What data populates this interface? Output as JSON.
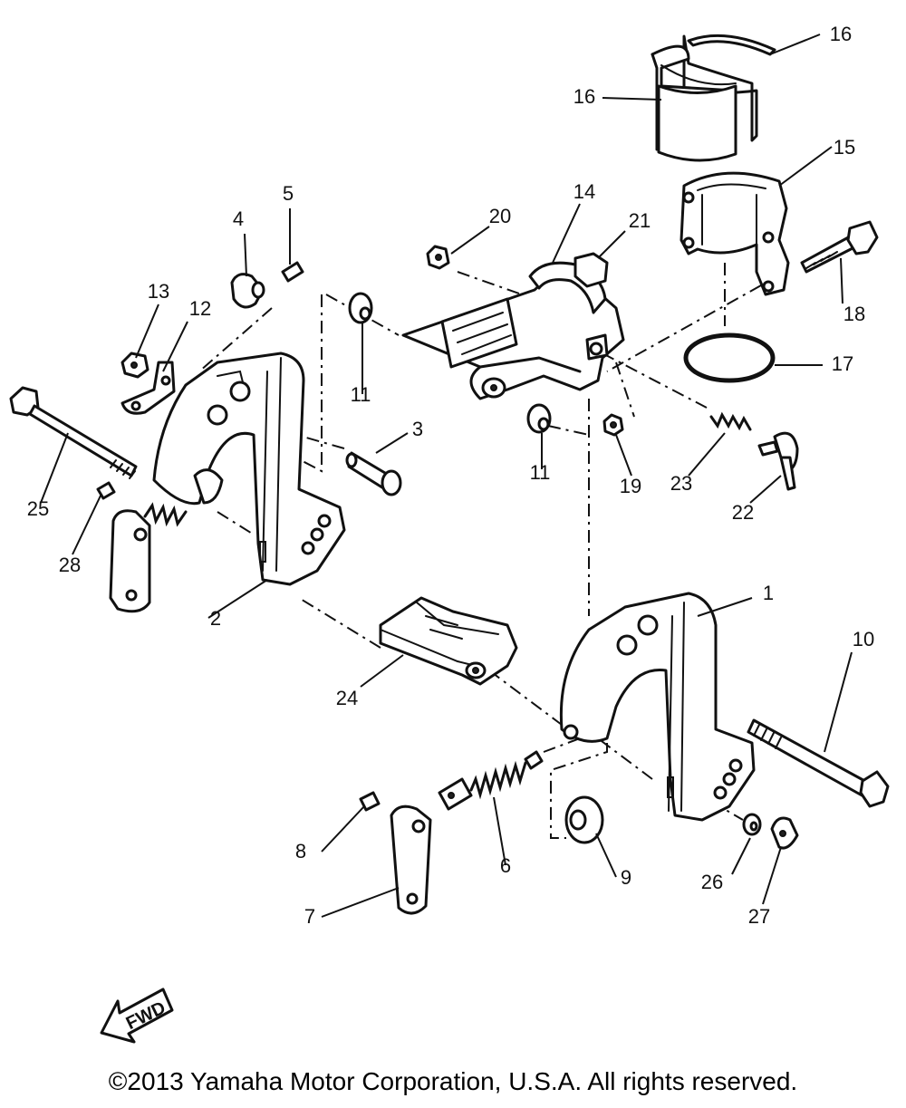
{
  "copyright": "©2013 Yamaha Motor Corporation, U.S.A. All rights reserved.",
  "fwd_label": "FWD",
  "callouts": [
    {
      "id": "c1",
      "text": "1"
    },
    {
      "id": "c2",
      "text": "2"
    },
    {
      "id": "c3",
      "text": "3"
    },
    {
      "id": "c4",
      "text": "4"
    },
    {
      "id": "c5",
      "text": "5"
    },
    {
      "id": "c6",
      "text": "6"
    },
    {
      "id": "c7",
      "text": "7"
    },
    {
      "id": "c8",
      "text": "8"
    },
    {
      "id": "c9",
      "text": "9"
    },
    {
      "id": "c10",
      "text": "10"
    },
    {
      "id": "c11a",
      "text": "11"
    },
    {
      "id": "c11b",
      "text": "11"
    },
    {
      "id": "c12",
      "text": "12"
    },
    {
      "id": "c13",
      "text": "13"
    },
    {
      "id": "c14",
      "text": "14"
    },
    {
      "id": "c15",
      "text": "15"
    },
    {
      "id": "c16a",
      "text": "16"
    },
    {
      "id": "c16b",
      "text": "16"
    },
    {
      "id": "c17",
      "text": "17"
    },
    {
      "id": "c18",
      "text": "18"
    },
    {
      "id": "c19",
      "text": "19"
    },
    {
      "id": "c20",
      "text": "20"
    },
    {
      "id": "c21",
      "text": "21"
    },
    {
      "id": "c22",
      "text": "22"
    },
    {
      "id": "c23",
      "text": "23"
    },
    {
      "id": "c24",
      "text": "24"
    },
    {
      "id": "c25",
      "text": "25"
    },
    {
      "id": "c26",
      "text": "26"
    },
    {
      "id": "c27",
      "text": "27"
    },
    {
      "id": "c28",
      "text": "28"
    }
  ]
}
